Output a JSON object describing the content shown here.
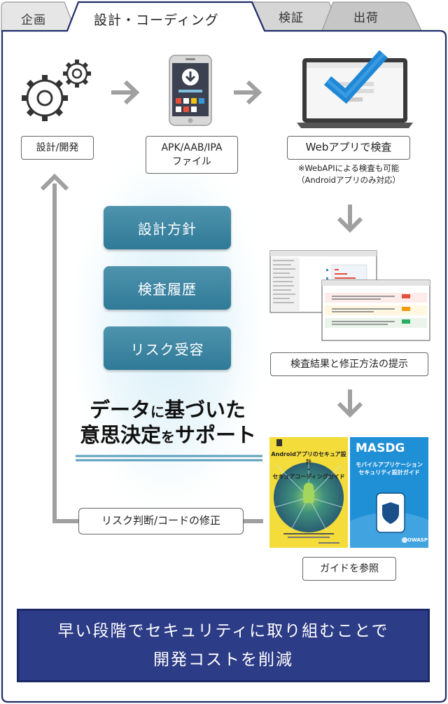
{
  "tabs": [
    {
      "label": "企画",
      "active": false
    },
    {
      "label": "設計・コーディング",
      "active": true
    },
    {
      "label": "検証",
      "active": false
    },
    {
      "label": "出荷",
      "active": false
    }
  ],
  "steps": {
    "design": "設計/開発",
    "file_line1": "APK/AAB/IPA",
    "file_line2": "ファイル",
    "webapp": "Webアプリで検査",
    "webapp_note_line1": "※WebAPIによる検査も可能",
    "webapp_note_line2": "（Androidアプリのみ対応）",
    "results": "検査結果と修正方法の提示",
    "guide": "ガイドを参照",
    "risk": "リスク判断/コードの修正"
  },
  "pills": [
    "設計方針",
    "検査履歴",
    "リスク受容"
  ],
  "slogan": {
    "line1_a": "データ",
    "line1_b": "に",
    "line1_c": "基づいた",
    "line2_a": "意思決定",
    "line2_b": "を",
    "line2_c": "サポート"
  },
  "guide_book_1": {
    "title_line1": "Androidアプリのセキュア設計",
    "title_connector": "・",
    "title_line2": "セキュアコーディングガイド"
  },
  "guide_book_2": {
    "title": "MASDG",
    "subtitle_line1": "モバイルアプリケーション",
    "subtitle_line2": "セキュリティ設計ガイド",
    "logo": "OWASP"
  },
  "banner": {
    "line1": "早い段階でセキュリティに取り組むことで",
    "line2": "開発コストを削減"
  },
  "colors": {
    "frame": "#1f2d6b",
    "pill": "#3a86a5",
    "banner": "#2d3c86",
    "check": "#1f87d4",
    "arrow": "#a0a0a0"
  }
}
